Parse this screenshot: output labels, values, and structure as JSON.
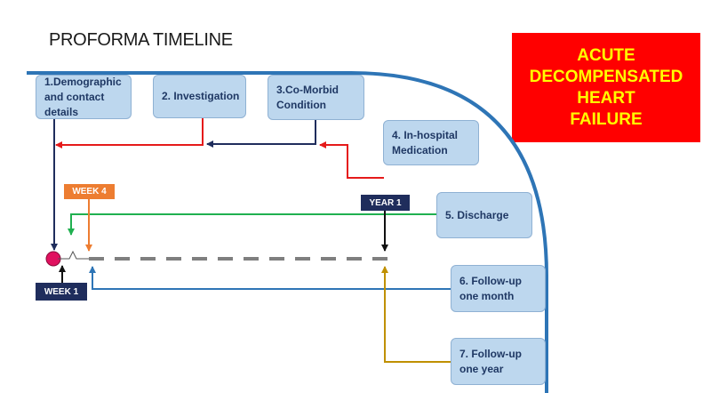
{
  "title": "PROFORMA TIMELINE",
  "condition": {
    "lines": [
      "ACUTE",
      "DECOMPENSATED",
      "HEART",
      "FAILURE"
    ],
    "background": "#ff0000",
    "text_color": "#ffff00"
  },
  "stages": [
    {
      "id": "demographic",
      "lines": [
        "1.Demographic",
        "and contact",
        "details"
      ]
    },
    {
      "id": "investigation",
      "lines": [
        "2. Investigation"
      ]
    },
    {
      "id": "comorbid",
      "lines": [
        "3.Co-Morbid",
        "Condition"
      ]
    },
    {
      "id": "medication",
      "lines": [
        "4. In-hospital",
        "Medication"
      ]
    },
    {
      "id": "discharge",
      "lines": [
        "5. Discharge"
      ]
    },
    {
      "id": "followup-month",
      "lines": [
        "6. Follow-up",
        "one month"
      ]
    },
    {
      "id": "followup-year",
      "lines": [
        "7. Follow-up",
        "one year"
      ]
    }
  ],
  "markers": {
    "week4": "WEEK 4",
    "year1": "YEAR 1",
    "week1": "WEEK 1"
  },
  "colors": {
    "box_fill": "#bdd7ee",
    "box_text": "#1f3864",
    "arc": "#2e75b6",
    "red_arrow": "#e51a1a",
    "navy_arrow": "#1f2d5c",
    "green_arrow": "#20b050",
    "orange_arrow": "#ed7d31",
    "blue_arrow": "#2e75b6",
    "gold_arrow": "#c09000",
    "start_dot": "#e0115f"
  }
}
